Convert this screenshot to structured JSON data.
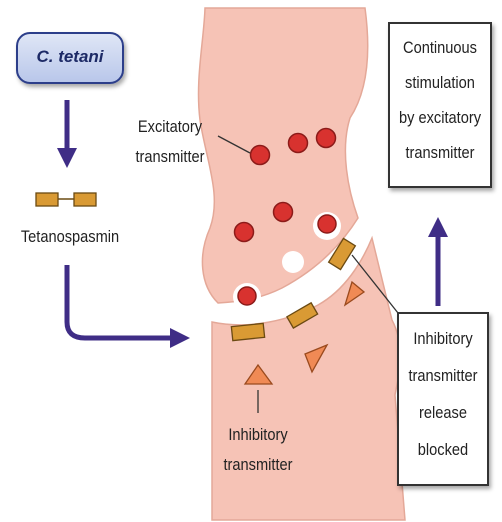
{
  "source": {
    "name": "C. tetani"
  },
  "toxin": {
    "name": "Tetanospasmin"
  },
  "labels": {
    "excitatory_line1": "Excitatory",
    "excitatory_line2": "transmitter",
    "inhibitory_line1": "Inhibitory",
    "inhibitory_line2": "transmitter"
  },
  "effect_box": {
    "lines": [
      "Continuous",
      "stimulation",
      "by excitatory",
      "transmitter"
    ]
  },
  "blocked_box": {
    "lines": [
      "Inhibitory",
      "transmitter",
      "release",
      "blocked"
    ]
  },
  "colors": {
    "neuron_fill": "#f6c3b6",
    "vesicle": "#d8322f",
    "toxin_fill": "#d99a34",
    "inhibitory_fill": "#f08a55",
    "arrow": "#3f2d86"
  }
}
